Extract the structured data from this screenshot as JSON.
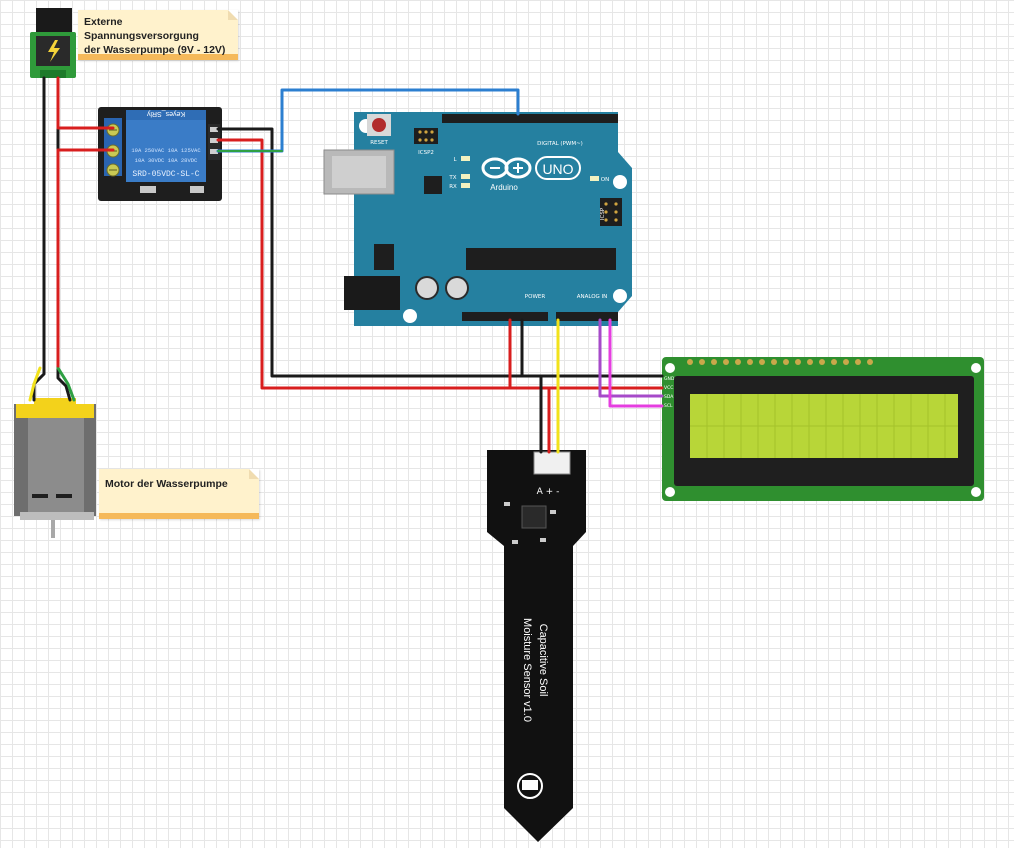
{
  "notes": {
    "power": {
      "line1": "Externe Spannungsversorgung",
      "line2": "der Wasserpumpe (9V - 12V)"
    },
    "motor": {
      "label": "Motor der Wasserpumpe"
    }
  },
  "relay": {
    "brand": "Keyes_SRly",
    "spec1": "10A 250VAC  10A 125VAC",
    "spec2": "10A  30VDC  10A  28VDC",
    "model": "SRD-05VDC-SL-C"
  },
  "arduino": {
    "reset": "RESET",
    "icsp2": "ICSP2",
    "icsp": "ICSP",
    "uno": "UNO",
    "brand": "Arduino",
    "digital": "DIGITAL (PWM~)",
    "power": "POWER",
    "analog": "ANALOG IN",
    "led_l": "L",
    "led_tx": "TX",
    "led_rx": "RX",
    "led_on": "ON"
  },
  "lcd": {
    "pins": [
      "GND",
      "VCC",
      "SDA",
      "SCL"
    ]
  },
  "sensor": {
    "line1": "Capacitive Soil",
    "line2": "Moisture Sensor v1.0",
    "pin_labels": "A + -"
  },
  "colors": {
    "wire_red": "#d81e1e",
    "wire_black": "#1a1a1a",
    "wire_blue": "#2c7fd0",
    "wire_yellow": "#f2e21a",
    "wire_green": "#2ea043",
    "wire_purple": "#a64ac9",
    "wire_magenta": "#e53ee0",
    "arduino_teal": "#2580a0",
    "relay_blue": "#2f6db5",
    "lcd_green": "#2f8f2f",
    "lcd_screen": "#b8d638"
  }
}
